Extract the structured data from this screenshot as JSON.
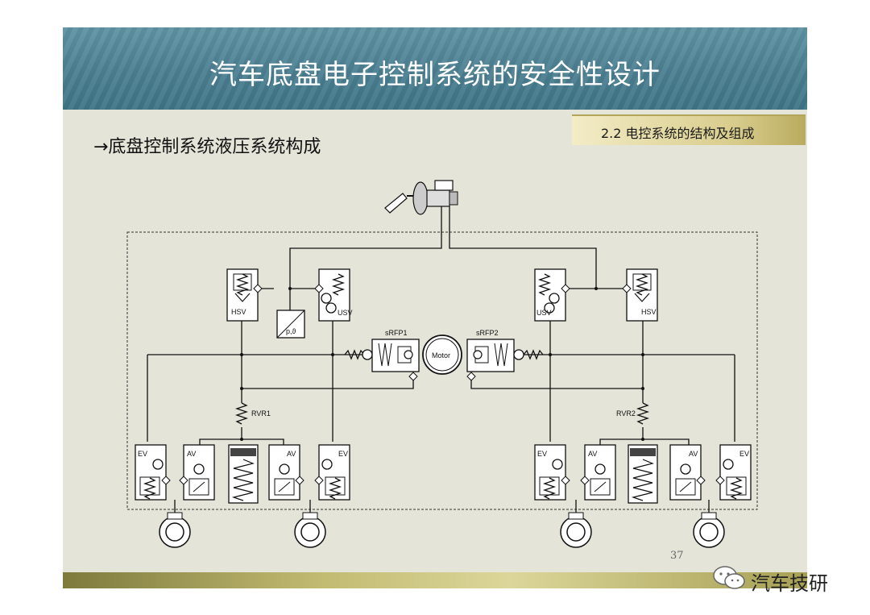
{
  "slide": {
    "title": "汽车底盘电子控制系统的安全性设计",
    "section": "2.2 电控系统的结构及组成",
    "subtitle": "→底盘控制系统液压系统构成",
    "page_number": "37"
  },
  "diagram": {
    "labels": {
      "hsv": "HSV",
      "usv": "USV",
      "ev": "EV",
      "av": "AV",
      "motor": "Motor",
      "srfp1": "sRFP1",
      "srfp2": "sRFP2",
      "rvr1": "RVR1",
      "rvr2": "RVR2",
      "sensor": "p,ϑ"
    }
  },
  "brand": {
    "name": "汽车技研"
  },
  "colors": {
    "header": "#4b7f91",
    "background": "#e4e4d8",
    "accent_gold": "#c2bb72"
  }
}
